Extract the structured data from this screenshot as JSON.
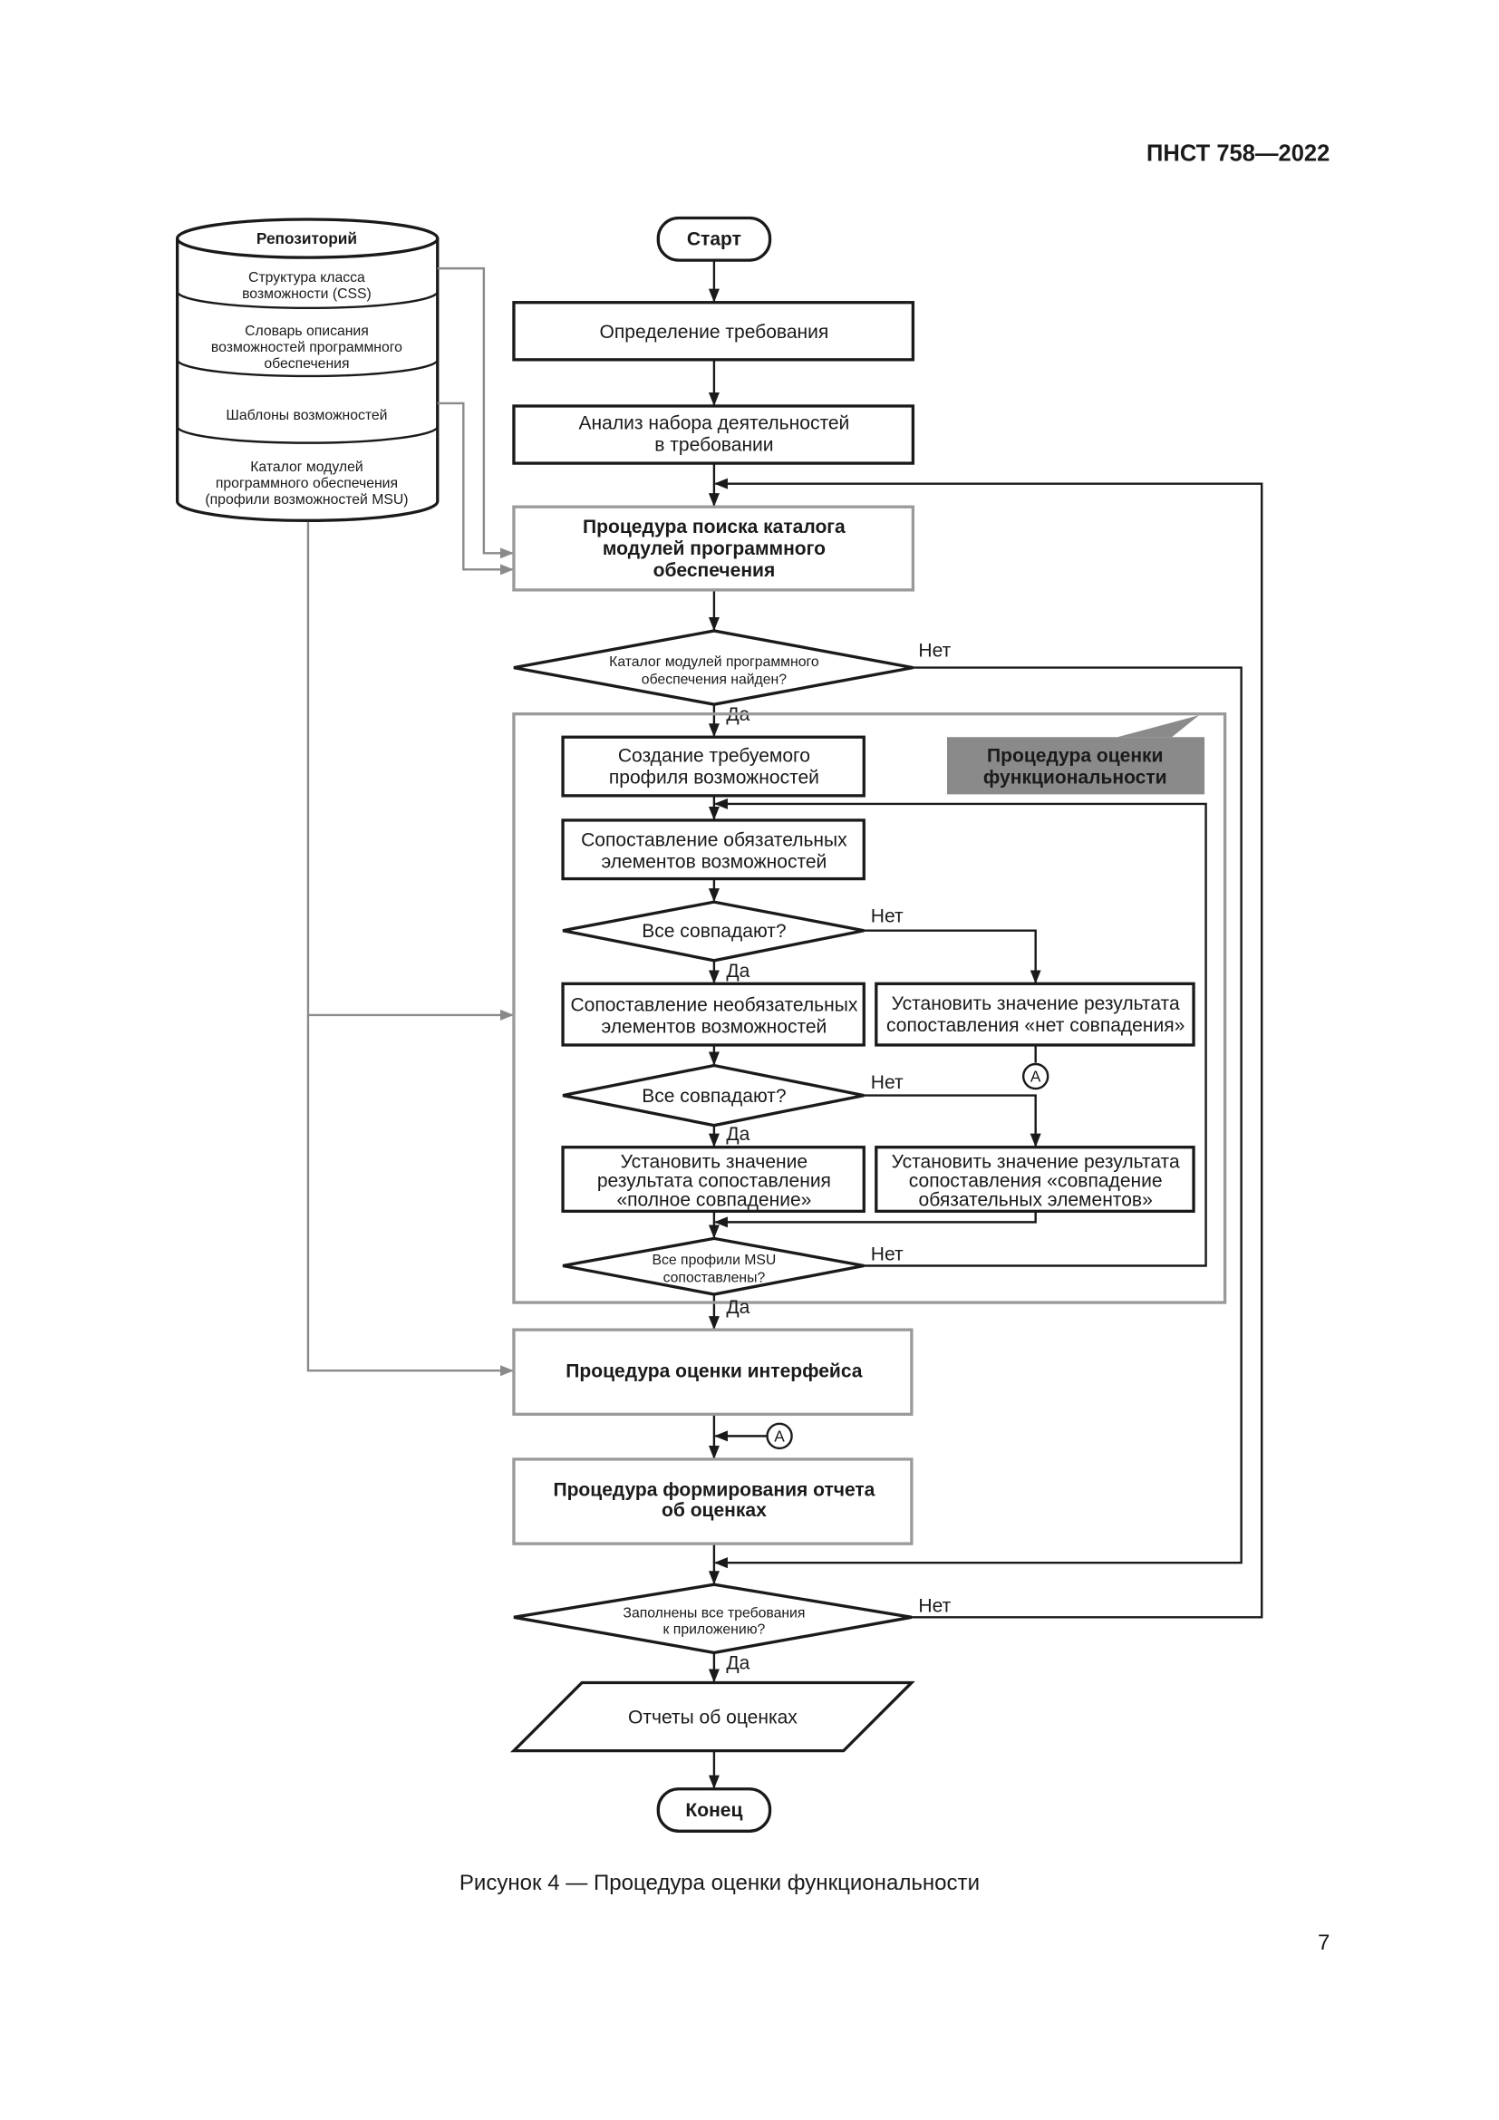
{
  "header": {
    "doc_id": "ПНСТ 758—2022"
  },
  "repository": {
    "title": "Репозиторий",
    "layers": [
      [
        "Структура класса",
        "возможности (CSS)"
      ],
      [
        "Словарь описания",
        "возможностей программного",
        "обеспечения"
      ],
      [
        "Шаблоны возможностей"
      ],
      [
        "Каталог модулей",
        "программного обеспечения",
        "(профили возможностей MSU)"
      ]
    ]
  },
  "flow": {
    "start": "Старт",
    "define": "Определение требования",
    "analyze": [
      "Анализ набора деятельностей",
      "в требовании"
    ],
    "search": [
      "Процедура поиска каталога",
      "модулей программного",
      "обеспечения"
    ],
    "found": [
      "Каталог модулей программного",
      "обеспечения найден?"
    ],
    "group_label": [
      "Процедура оценки",
      "функциональности"
    ],
    "create_profile": [
      "Создание требуемого",
      "профиля возможностей"
    ],
    "match_mandatory": [
      "Сопоставление обязательных",
      "элементов возможностей"
    ],
    "all_match_1": "Все совпадают?",
    "match_optional": [
      "Сопоставление необязательных",
      "элементов возможностей"
    ],
    "set_no_match": [
      "Установить значение результата",
      "сопоставления «нет совпадения»"
    ],
    "all_match_2": "Все совпадают?",
    "set_full": [
      "Установить значение",
      "результата сопоставления",
      "«полное совпадение»"
    ],
    "set_mandatory": [
      "Установить значение результата",
      "сопоставления «совпадение",
      "обязательных элементов»"
    ],
    "all_profiles": [
      "Все профили MSU",
      "сопоставлены?"
    ],
    "interface": "Процедура оценки интерфейса",
    "report": [
      "Процедура формирования отчета",
      "об оценках"
    ],
    "all_reqs": [
      "Заполнены все требования",
      "к приложению?"
    ],
    "reports": "Отчеты об оценках",
    "end": "Конец",
    "connector": "A",
    "yes": "Да",
    "no": "Нет"
  },
  "caption": "Рисунок 4 — Процедура оценки функциональности",
  "page_number": "7"
}
